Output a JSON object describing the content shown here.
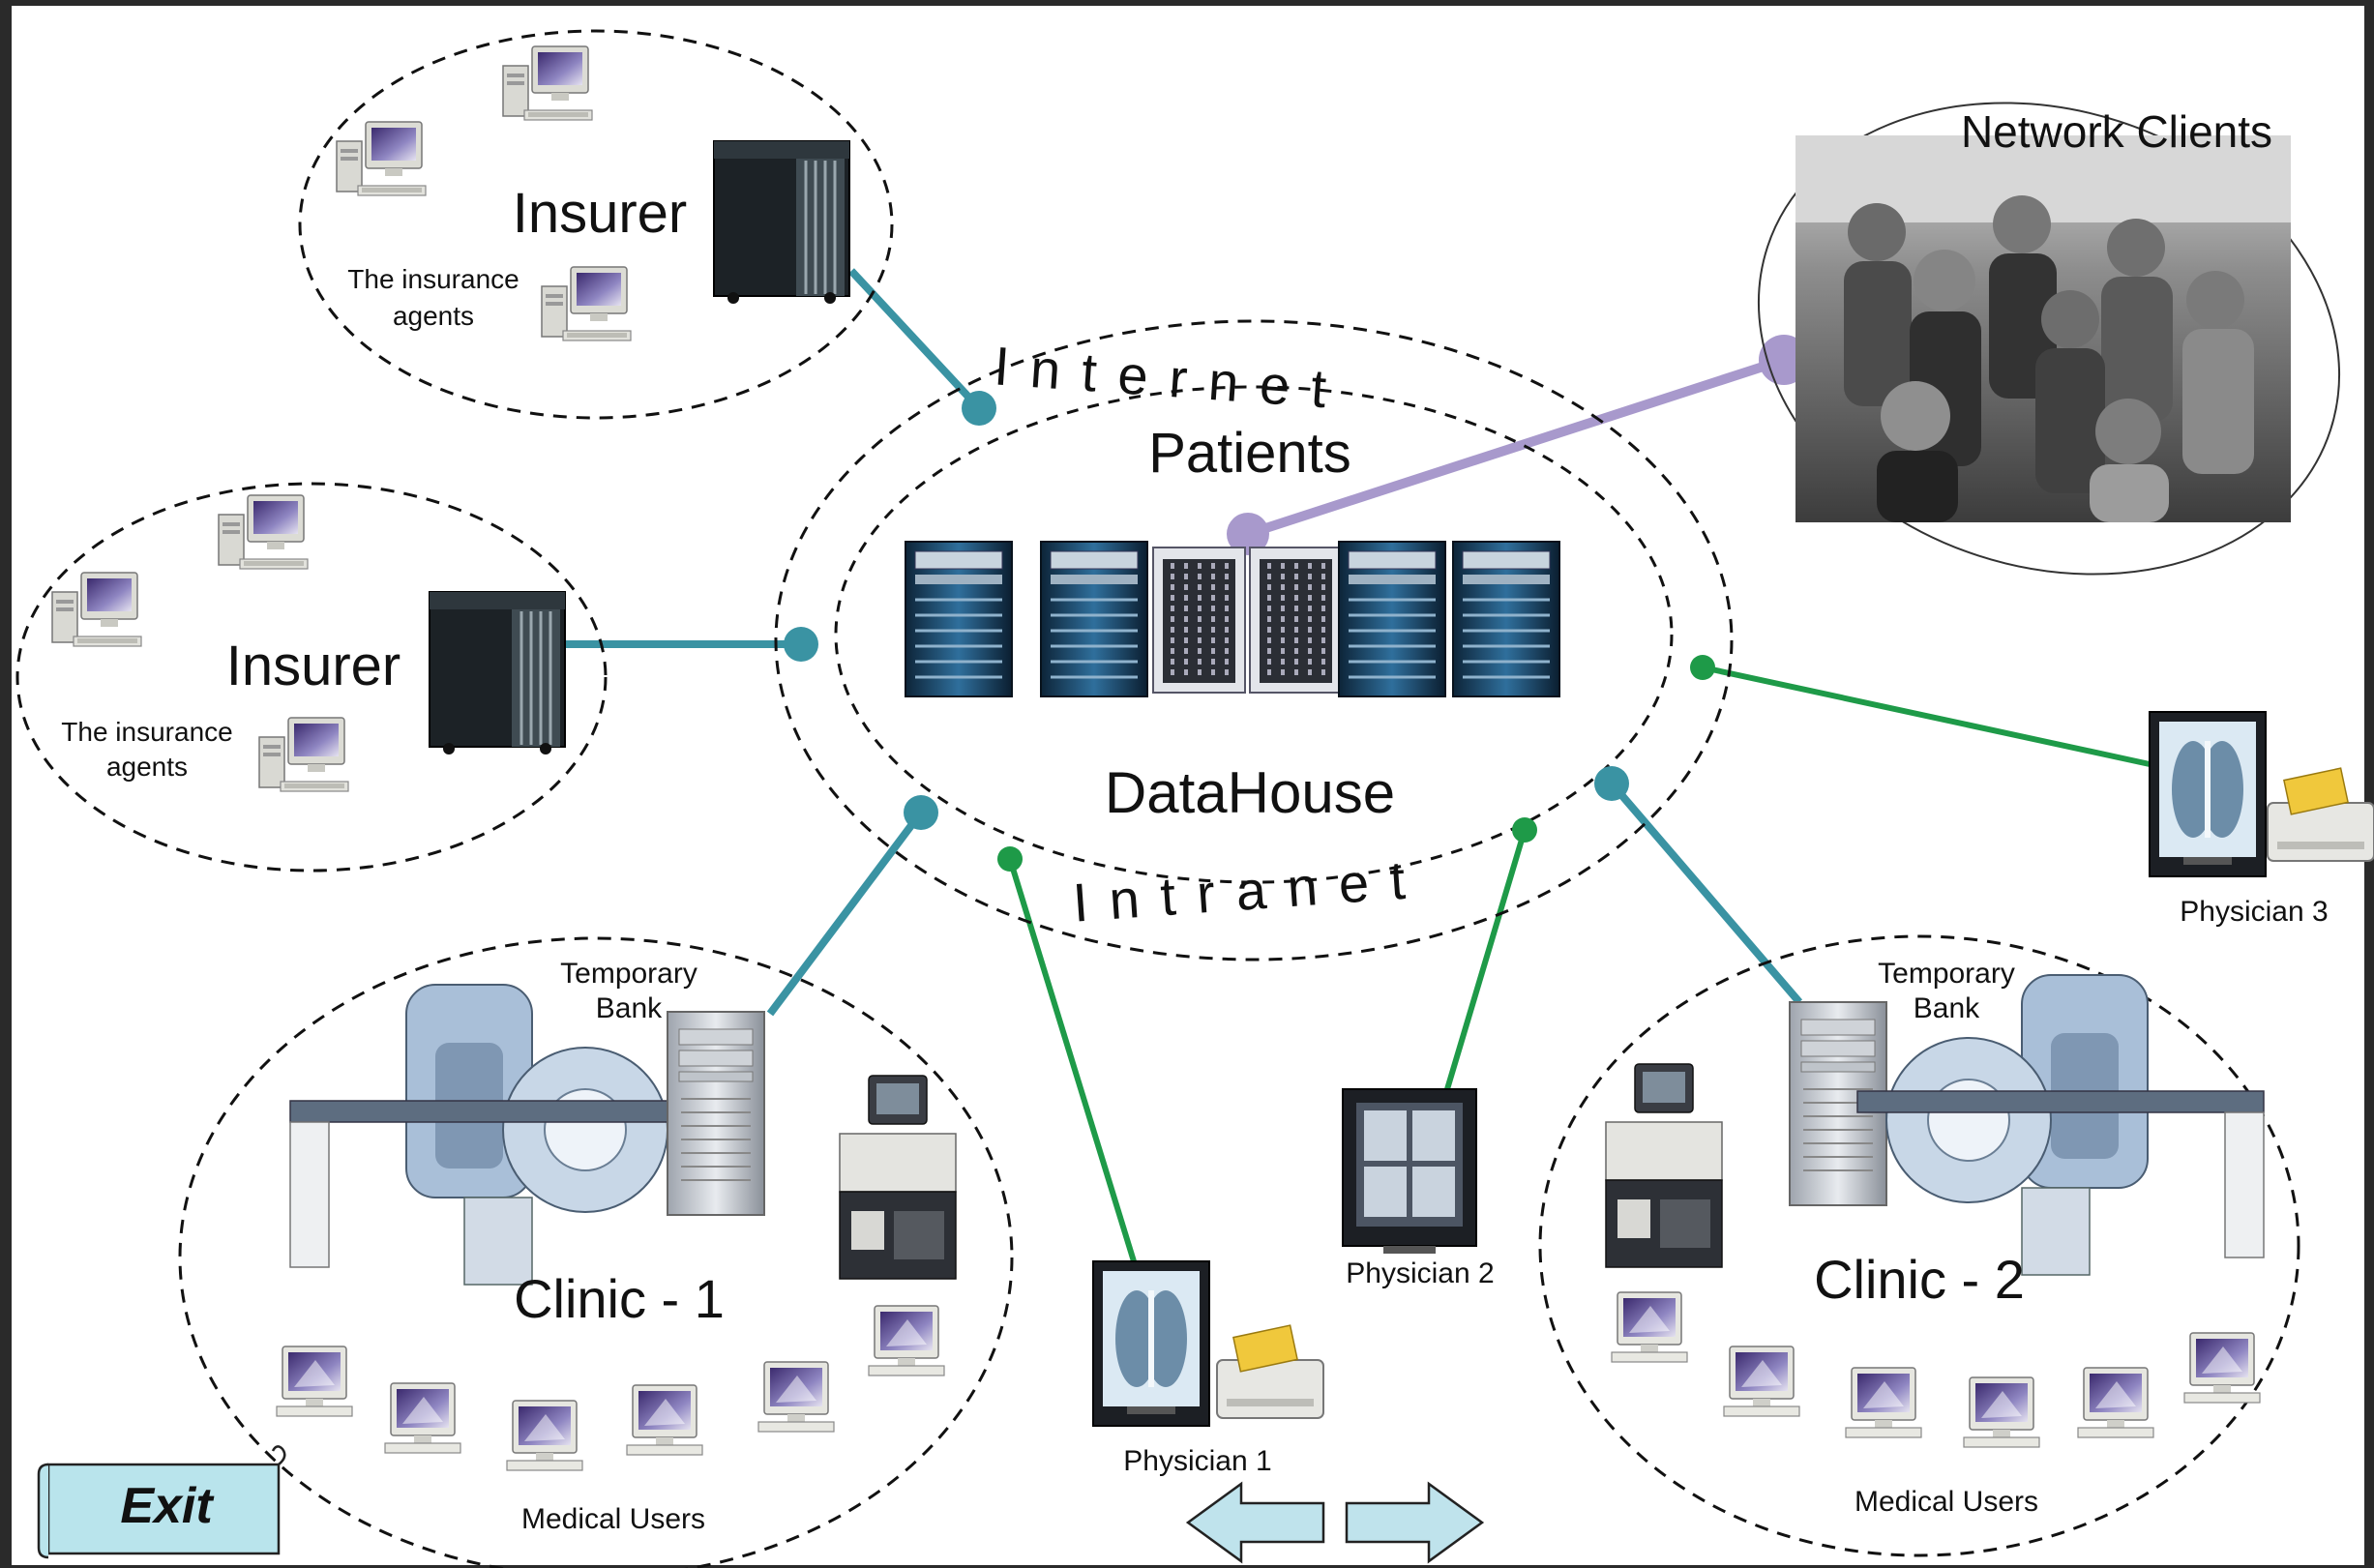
{
  "labels": {
    "insurer_top": "Insurer",
    "insurer_left": "Insurer",
    "agents_top_l1": "The insurance",
    "agents_top_l2": "agents",
    "agents_left_l1": "The insurance",
    "agents_left_l2": "agents",
    "internet": "Internet",
    "intranet": "Intranet",
    "patients": "Patients",
    "datahouse": "DataHouse",
    "network_clients": "Network Clients",
    "clinic1": "Clinic - 1",
    "clinic2": "Clinic - 2",
    "temp_bank1_l1": "Temporary",
    "temp_bank1_l2": "Bank",
    "temp_bank2_l1": "Temporary",
    "temp_bank2_l2": "Bank",
    "medical_users1": "Medical Users",
    "medical_users2": "Medical Users",
    "physician1": "Physician 1",
    "physician2": "Physician 2",
    "physician3": "Physician 3"
  },
  "buttons": {
    "exit": "Exit",
    "prev": "",
    "next": ""
  },
  "colors": {
    "teal_link": "#3a93a3",
    "green_link": "#1e9a48",
    "purple_link": "#a899cc",
    "panel": "#ffffff",
    "frame": "#2a2a2a",
    "exit_fill": "#b9e4ec",
    "arrow_fill": "#bfe3ec"
  },
  "icons": [
    "server-rack-icon",
    "desktop-pc-icon",
    "tower-server-icon",
    "xray-monitor-icon",
    "printer-icon",
    "ct-scanner-icon",
    "ultrasound-machine-icon",
    "workstation-icon",
    "team-photo-icon",
    "scroll-icon",
    "arrow-left-icon",
    "arrow-right-icon"
  ]
}
